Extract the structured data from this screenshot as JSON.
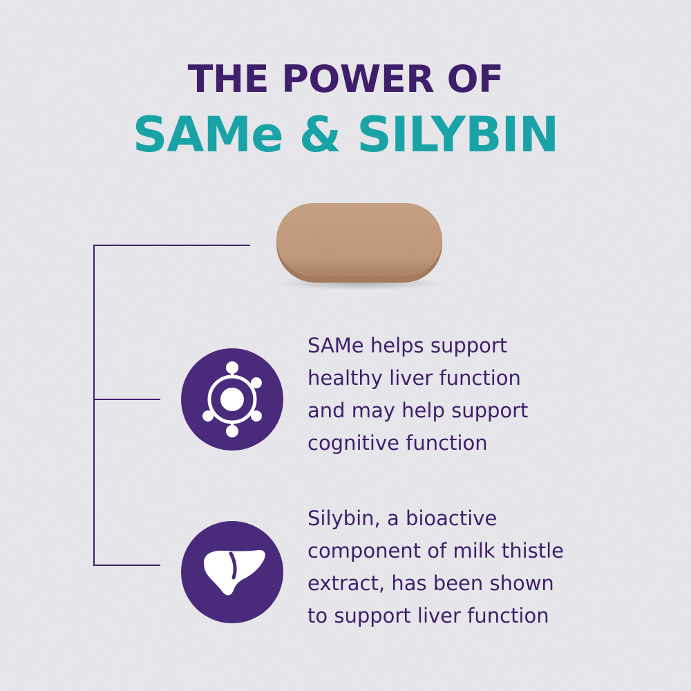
{
  "headline": {
    "line1": "THE POWER OF",
    "line2": "SAMe & SILYBIN"
  },
  "colors": {
    "background": "#e8e7ec",
    "purple": "#3f1f6a",
    "badge_purple": "#4a2a7b",
    "teal": "#1aa3a7",
    "tablet": "#c49b7c"
  },
  "benefits": [
    {
      "icon": "molecule-icon",
      "lines": [
        "SAMe helps support",
        "healthy liver function",
        "and may help support",
        "cognitive function"
      ]
    },
    {
      "icon": "liver-icon",
      "lines": [
        "Silybin, a bioactive",
        "component of milk thistle",
        "extract, has been shown",
        "to support liver function"
      ]
    }
  ]
}
